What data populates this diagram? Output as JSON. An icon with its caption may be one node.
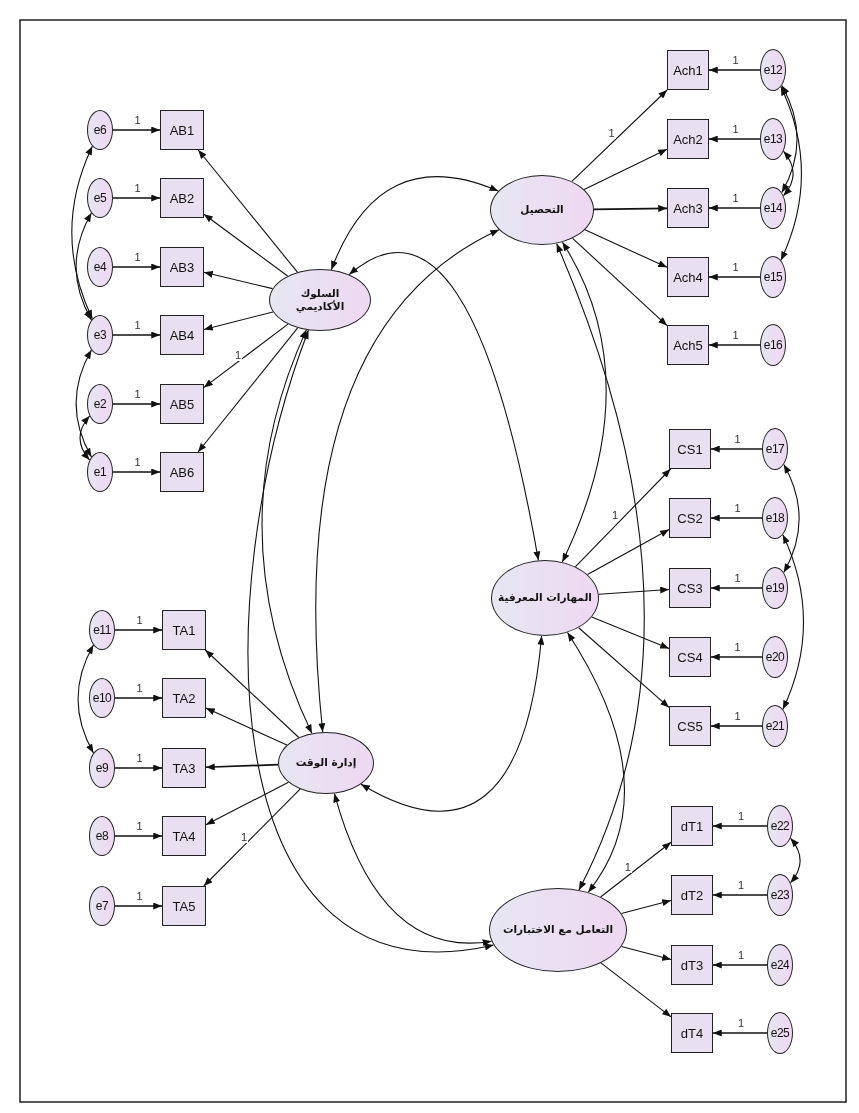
{
  "diagram": {
    "nodes": [
      {
        "text": [
          "e6"
        ]
      },
      {
        "text": [
          "e5"
        ]
      },
      {
        "text": [
          "e4"
        ]
      },
      {
        "text": [
          "e3"
        ]
      },
      {
        "text": [
          "e2"
        ]
      },
      {
        "text": [
          "e1"
        ]
      },
      {
        "text": [
          "AB1"
        ]
      },
      {
        "text": [
          "AB2"
        ]
      },
      {
        "text": [
          "AB3"
        ]
      },
      {
        "text": [
          "AB4"
        ]
      },
      {
        "text": [
          "AB5"
        ]
      },
      {
        "text": [
          "AB6"
        ]
      },
      {
        "text": [
          "السلوك الأكاديمي"
        ]
      },
      {
        "text": [
          "e11"
        ]
      },
      {
        "text": [
          "e10"
        ]
      },
      {
        "text": [
          "e9"
        ]
      },
      {
        "text": [
          "e8"
        ]
      },
      {
        "text": [
          "e7"
        ]
      },
      {
        "text": [
          "TA1"
        ]
      },
      {
        "text": [
          "TA2"
        ]
      },
      {
        "text": [
          "TA3"
        ]
      },
      {
        "text": [
          "TA4"
        ]
      },
      {
        "text": [
          "TA5"
        ]
      },
      {
        "text": [
          "إدارة الوقت"
        ]
      },
      {
        "text": [
          "التحصيل"
        ]
      },
      {
        "text": [
          "Ach1"
        ]
      },
      {
        "text": [
          "Ach2"
        ]
      },
      {
        "text": [
          "Ach3"
        ]
      },
      {
        "text": [
          "Ach4"
        ]
      },
      {
        "text": [
          "Ach5"
        ]
      },
      {
        "text": [
          "e12"
        ]
      },
      {
        "text": [
          "e13"
        ]
      },
      {
        "text": [
          "e14"
        ]
      },
      {
        "text": [
          "e15"
        ]
      },
      {
        "text": [
          "e16"
        ]
      },
      {
        "text": [
          "المهارات المعرفية"
        ]
      },
      {
        "text": [
          "CS1"
        ]
      },
      {
        "text": [
          "CS2"
        ]
      },
      {
        "text": [
          "CS3"
        ]
      },
      {
        "text": [
          "CS4"
        ]
      },
      {
        "text": [
          "CS5"
        ]
      },
      {
        "text": [
          "e17"
        ]
      },
      {
        "text": [
          "e18"
        ]
      },
      {
        "text": [
          "e19"
        ]
      },
      {
        "text": [
          "e20"
        ]
      },
      {
        "text": [
          "e21"
        ]
      },
      {
        "text": [
          "التعامل مع الاختبارات"
        ]
      },
      {
        "text": [
          "dT1"
        ]
      },
      {
        "text": [
          "dT2"
        ]
      },
      {
        "text": [
          "dT3"
        ]
      },
      {
        "text": [
          "dT4"
        ]
      },
      {
        "text": [
          "e22"
        ]
      },
      {
        "text": [
          "e23"
        ]
      },
      {
        "text": [
          "e24"
        ]
      },
      {
        "text": [
          "e25"
        ]
      }
    ],
    "edges": [
      {
        "from": 0,
        "to": 6,
        "arrow": "to",
        "label": "1"
      },
      {
        "from": 1,
        "to": 7,
        "arrow": "to",
        "label": "1"
      },
      {
        "from": 2,
        "to": 8,
        "arrow": "to",
        "label": "1"
      },
      {
        "from": 3,
        "to": 9,
        "arrow": "to",
        "label": "1"
      },
      {
        "from": 4,
        "to": 10,
        "arrow": "to",
        "label": "1"
      },
      {
        "from": 5,
        "to": 11,
        "arrow": "to",
        "label": "1"
      },
      {
        "from": 12,
        "to": 6,
        "arrow": "to"
      },
      {
        "from": 12,
        "to": 7,
        "arrow": "to"
      },
      {
        "from": 12,
        "to": 8,
        "arrow": "to"
      },
      {
        "from": 12,
        "to": 9,
        "arrow": "to"
      },
      {
        "from": 12,
        "to": 10,
        "arrow": "to",
        "label": "1"
      },
      {
        "from": 12,
        "to": 11,
        "arrow": "to"
      },
      {
        "from": 0,
        "to": 3,
        "arrow": "both"
      },
      {
        "from": 1,
        "to": 3,
        "arrow": "both"
      },
      {
        "from": 3,
        "to": 5,
        "arrow": "both"
      },
      {
        "from": 4,
        "to": 5,
        "arrow": "both"
      },
      {
        "from": 13,
        "to": 18,
        "arrow": "to",
        "label": "1"
      },
      {
        "from": 14,
        "to": 19,
        "arrow": "to",
        "label": "1"
      },
      {
        "from": 15,
        "to": 20,
        "arrow": "to",
        "label": "1"
      },
      {
        "from": 16,
        "to": 21,
        "arrow": "to",
        "label": "1"
      },
      {
        "from": 17,
        "to": 22,
        "arrow": "to",
        "label": "1"
      },
      {
        "from": 23,
        "to": 18,
        "arrow": "to"
      },
      {
        "from": 23,
        "to": 19,
        "arrow": "to"
      },
      {
        "from": 23,
        "to": 20,
        "arrow": "to"
      },
      {
        "from": 23,
        "to": 21,
        "arrow": "to"
      },
      {
        "from": 23,
        "to": 22,
        "arrow": "to",
        "label": "1"
      },
      {
        "from": 13,
        "to": 15,
        "arrow": "both"
      },
      {
        "from": 30,
        "to": 25,
        "arrow": "to",
        "label": "1"
      },
      {
        "from": 31,
        "to": 26,
        "arrow": "to",
        "label": "1"
      },
      {
        "from": 32,
        "to": 27,
        "arrow": "to",
        "label": "1"
      },
      {
        "from": 33,
        "to": 28,
        "arrow": "to",
        "label": "1"
      },
      {
        "from": 34,
        "to": 29,
        "arrow": "to",
        "label": "1"
      },
      {
        "from": 24,
        "to": 25,
        "arrow": "to",
        "label": "1"
      },
      {
        "from": 24,
        "to": 26,
        "arrow": "to"
      },
      {
        "from": 24,
        "to": 27,
        "arrow": "to"
      },
      {
        "from": 24,
        "to": 28,
        "arrow": "to"
      },
      {
        "from": 24,
        "to": 29,
        "arrow": "to"
      },
      {
        "from": 30,
        "to": 32,
        "arrow": "both"
      },
      {
        "from": 30,
        "to": 33,
        "arrow": "both"
      },
      {
        "from": 31,
        "to": 32,
        "arrow": "both"
      },
      {
        "from": 41,
        "to": 36,
        "arrow": "to",
        "label": "1"
      },
      {
        "from": 42,
        "to": 37,
        "arrow": "to",
        "label": "1"
      },
      {
        "from": 43,
        "to": 38,
        "arrow": "to",
        "label": "1"
      },
      {
        "from": 44,
        "to": 39,
        "arrow": "to",
        "label": "1"
      },
      {
        "from": 45,
        "to": 40,
        "arrow": "to",
        "label": "1"
      },
      {
        "from": 35,
        "to": 36,
        "arrow": "to",
        "label": "1"
      },
      {
        "from": 35,
        "to": 37,
        "arrow": "to"
      },
      {
        "from": 35,
        "to": 38,
        "arrow": "to"
      },
      {
        "from": 35,
        "to": 39,
        "arrow": "to"
      },
      {
        "from": 35,
        "to": 40,
        "arrow": "to"
      },
      {
        "from": 41,
        "to": 43,
        "arrow": "both"
      },
      {
        "from": 42,
        "to": 45,
        "arrow": "both"
      },
      {
        "from": 51,
        "to": 47,
        "arrow": "to",
        "label": "1"
      },
      {
        "from": 52,
        "to": 48,
        "arrow": "to",
        "label": "1"
      },
      {
        "from": 53,
        "to": 49,
        "arrow": "to",
        "label": "1"
      },
      {
        "from": 54,
        "to": 50,
        "arrow": "to",
        "label": "1"
      },
      {
        "from": 46,
        "to": 47,
        "arrow": "to",
        "label": "1"
      },
      {
        "from": 46,
        "to": 48,
        "arrow": "to"
      },
      {
        "from": 46,
        "to": 49,
        "arrow": "to"
      },
      {
        "from": 46,
        "to": 50,
        "arrow": "to"
      },
      {
        "from": 51,
        "to": 52,
        "arrow": "both"
      },
      {
        "from": 12,
        "to": 24,
        "arrow": "both"
      },
      {
        "from": 12,
        "to": 35,
        "arrow": "both"
      },
      {
        "from": 12,
        "to": 23,
        "arrow": "both"
      },
      {
        "from": 12,
        "to": 46,
        "arrow": "both"
      },
      {
        "from": 24,
        "to": 35,
        "arrow": "both"
      },
      {
        "from": 24,
        "to": 23,
        "arrow": "both"
      },
      {
        "from": 24,
        "to": 46,
        "arrow": "both"
      },
      {
        "from": 35,
        "to": 23,
        "arrow": "both"
      },
      {
        "from": 35,
        "to": 46,
        "arrow": "both"
      },
      {
        "from": 23,
        "to": 46,
        "arrow": "both"
      }
    ]
  }
}
